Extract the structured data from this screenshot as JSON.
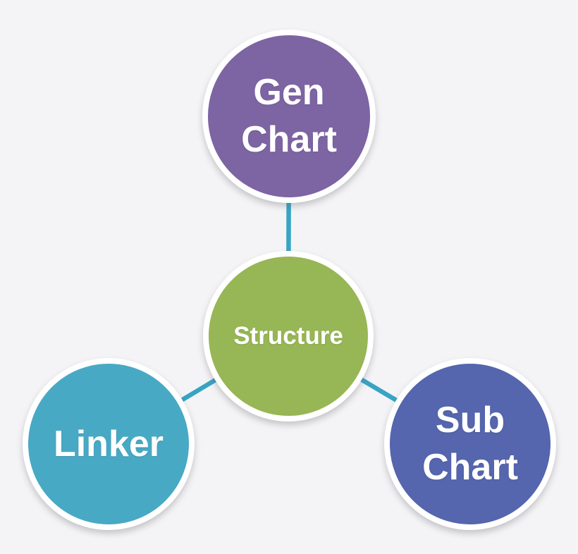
{
  "diagram": {
    "type": "radial-cycle",
    "background_color": "#f4f4f6",
    "connector_color": "#38a4c4",
    "nodes": {
      "center": {
        "label": "Structure",
        "color": "#97b655"
      },
      "top": {
        "label": "Gen Chart",
        "line1": "Gen",
        "line2": "Chart",
        "color": "#7d64a3"
      },
      "left": {
        "label": "Linker",
        "color": "#48a9c5"
      },
      "right": {
        "label": "Sub Chart",
        "line1": "Sub",
        "line2": "Chart",
        "color": "#5565ae"
      }
    }
  }
}
